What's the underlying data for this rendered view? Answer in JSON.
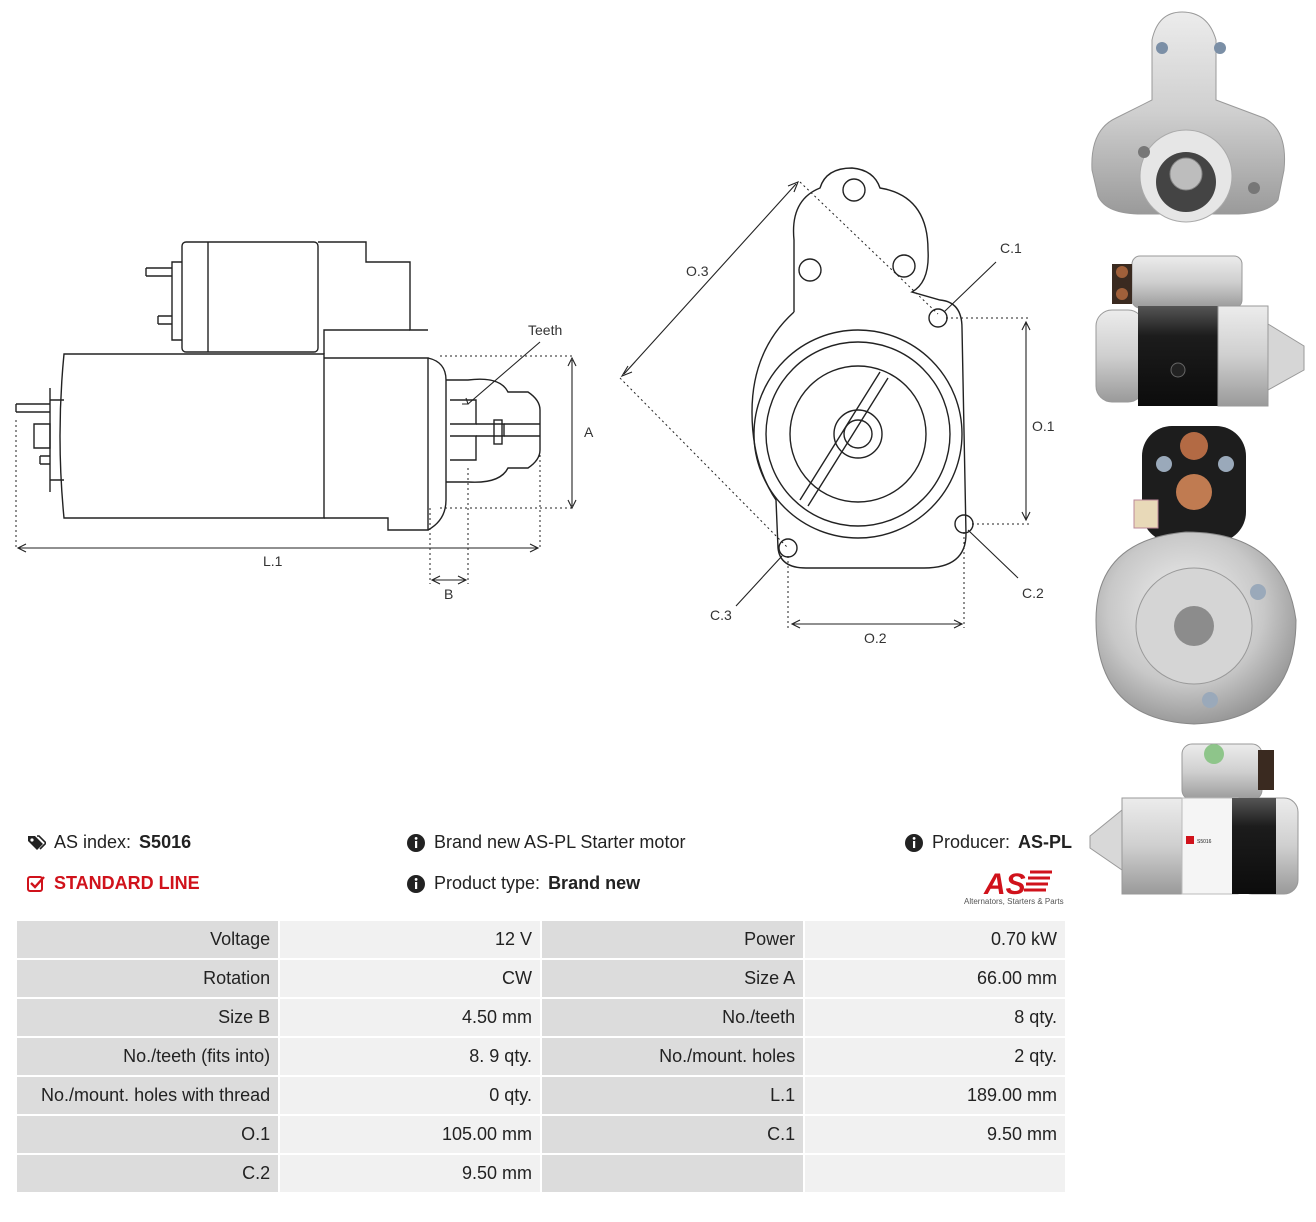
{
  "drawing": {
    "labels": {
      "teeth": "Teeth",
      "a": "A",
      "l1": "L.1",
      "b": "B",
      "o3": "O.3",
      "c1": "C.1",
      "o1": "O.1",
      "c2": "C.2",
      "c3": "C.3",
      "o2": "O.2"
    }
  },
  "info": {
    "as_index_label": "AS index:",
    "as_index_value": "S5016",
    "line": "STANDARD LINE",
    "description": "Brand new AS-PL Starter motor",
    "product_type_label": "Product type:",
    "product_type_value": "Brand new",
    "producer_label": "Producer:",
    "producer_value": "AS-PL"
  },
  "logo": {
    "mark": "AS",
    "tagline": "Alternators, Starters & Parts"
  },
  "product_label": {
    "code": "S5016"
  },
  "specs": [
    [
      "Voltage",
      "12 V",
      "Power",
      "0.70 kW"
    ],
    [
      "Rotation",
      "CW",
      "Size A",
      "66.00 mm"
    ],
    [
      "Size B",
      "4.50 mm",
      "No./teeth",
      "8 qty."
    ],
    [
      "No./teeth (fits into)",
      "8. 9 qty.",
      "No./mount. holes",
      "2 qty."
    ],
    [
      "No./mount. holes with thread",
      "0 qty.",
      "L.1",
      "189.00 mm"
    ],
    [
      "O.1",
      "105.00 mm",
      "C.1",
      "9.50 mm"
    ],
    [
      "C.2",
      "9.50 mm",
      "",
      ""
    ]
  ],
  "colors": {
    "accent": "#d0121b",
    "key_cell": "#dcdcdc",
    "value_cell": "#f1f1f1"
  },
  "icons": [
    "tags-icon",
    "check-square-icon",
    "info-circle-icon"
  ]
}
